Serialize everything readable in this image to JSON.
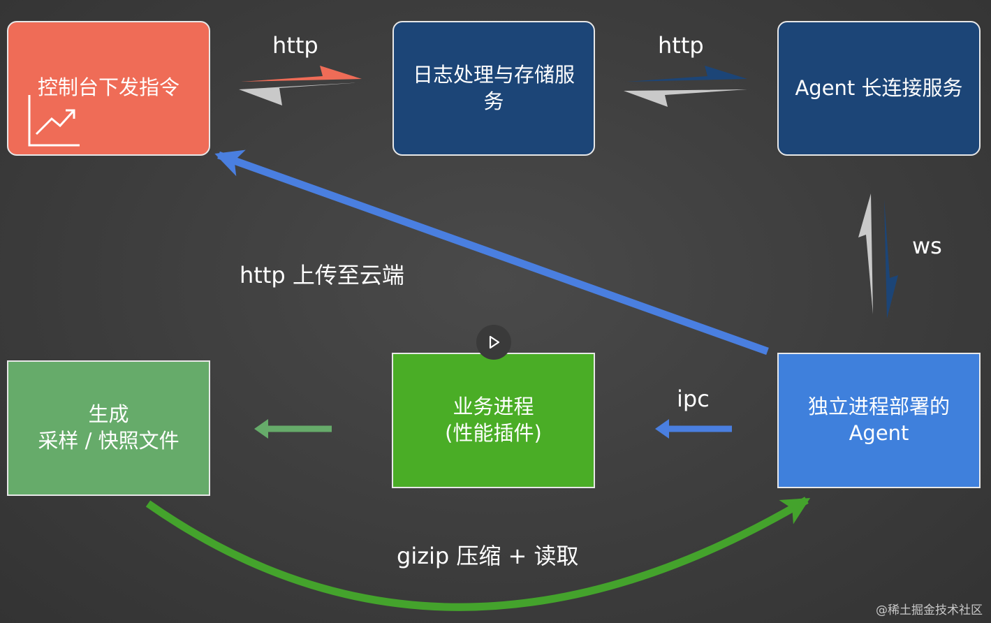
{
  "nodes": {
    "console": {
      "line1": "控制台下发指令"
    },
    "log_service": {
      "line1": "日志处理与存储服",
      "line2": "务"
    },
    "agent_conn": {
      "line1": "Agent 长连接服务"
    },
    "generate": {
      "line1": "生成",
      "line2": "采样 / 快照文件"
    },
    "business": {
      "line1": "业务进程",
      "line2": "(性能插件)"
    },
    "agent": {
      "line1": "独立进程部署的",
      "line2": "Agent"
    }
  },
  "edges": {
    "http_1": "http",
    "http_2": "http",
    "ws": "ws",
    "upload": "http 上传至云端",
    "ipc": "ipc",
    "gzip": "gizip 压缩 + 读取"
  },
  "watermark": "@稀土掘金技术社区",
  "colors": {
    "console": "#ef6c57",
    "service": "#1c4577",
    "agent": "#3f80dc",
    "business": "#4aad26",
    "generate": "#66ab6a",
    "upload_arrow": "#4a7fe0",
    "gzip_arrow": "#44a32c",
    "gray_arrow": "#c9c9c9"
  }
}
